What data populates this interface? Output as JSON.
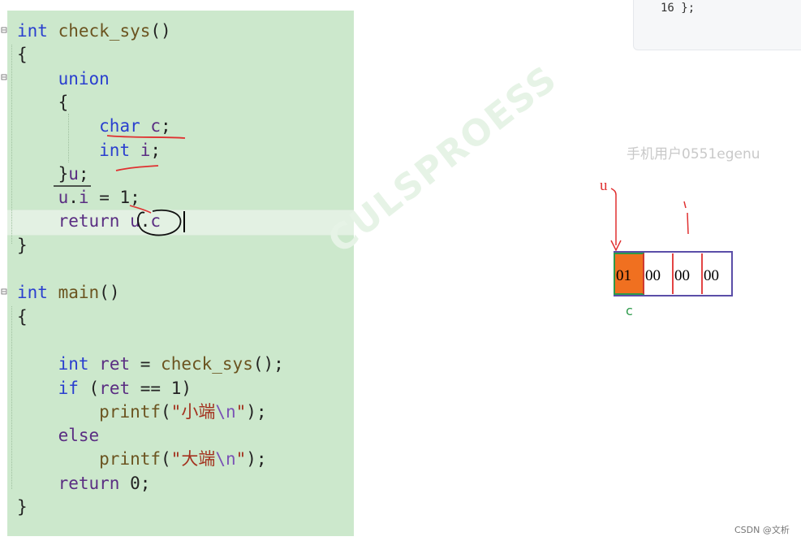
{
  "editor": {
    "lines": [
      {
        "id": "l1",
        "tokens": [
          {
            "t": "int",
            "c": "kw"
          },
          {
            "t": " ",
            "c": "punct"
          },
          {
            "t": "check_sys",
            "c": "fn"
          },
          {
            "t": "()",
            "c": "punct"
          }
        ]
      },
      {
        "id": "l2",
        "tokens": [
          {
            "t": "{",
            "c": "punct"
          }
        ]
      },
      {
        "id": "l3",
        "tokens": [
          {
            "t": "    ",
            "c": "punct"
          },
          {
            "t": "union",
            "c": "kw"
          }
        ]
      },
      {
        "id": "l4",
        "tokens": [
          {
            "t": "    ",
            "c": "punct"
          },
          {
            "t": "{",
            "c": "punct"
          }
        ]
      },
      {
        "id": "l5",
        "tokens": [
          {
            "t": "        ",
            "c": "punct"
          },
          {
            "t": "char",
            "c": "kw"
          },
          {
            "t": " ",
            "c": "punct"
          },
          {
            "t": "c",
            "c": "var"
          },
          {
            "t": ";",
            "c": "punct"
          }
        ]
      },
      {
        "id": "l6",
        "tokens": [
          {
            "t": "        ",
            "c": "punct"
          },
          {
            "t": "int",
            "c": "kw"
          },
          {
            "t": " ",
            "c": "punct"
          },
          {
            "t": "i",
            "c": "var"
          },
          {
            "t": ";",
            "c": "punct"
          }
        ]
      },
      {
        "id": "l7",
        "tokens": [
          {
            "t": "    ",
            "c": "punct"
          },
          {
            "t": "}",
            "c": "punct"
          },
          {
            "t": "u",
            "c": "var"
          },
          {
            "t": ";",
            "c": "punct"
          }
        ]
      },
      {
        "id": "l8",
        "tokens": [
          {
            "t": "    ",
            "c": "punct"
          },
          {
            "t": "u",
            "c": "var"
          },
          {
            "t": ".",
            "c": "punct"
          },
          {
            "t": "i",
            "c": "var"
          },
          {
            "t": " = ",
            "c": "punct"
          },
          {
            "t": "1",
            "c": "num"
          },
          {
            "t": ";",
            "c": "punct"
          }
        ]
      },
      {
        "id": "l9",
        "tokens": [
          {
            "t": "    ",
            "c": "punct"
          },
          {
            "t": "return",
            "c": "var"
          },
          {
            "t": " ",
            "c": "punct"
          },
          {
            "t": "u",
            "c": "var"
          },
          {
            "t": ".",
            "c": "punct"
          },
          {
            "t": "c",
            "c": "var"
          }
        ]
      },
      {
        "id": "l10",
        "tokens": [
          {
            "t": "}",
            "c": "punct"
          }
        ]
      },
      {
        "id": "l11",
        "tokens": []
      },
      {
        "id": "l12",
        "tokens": [
          {
            "t": "int",
            "c": "kw"
          },
          {
            "t": " ",
            "c": "punct"
          },
          {
            "t": "main",
            "c": "fn"
          },
          {
            "t": "()",
            "c": "punct"
          }
        ]
      },
      {
        "id": "l13",
        "tokens": [
          {
            "t": "{",
            "c": "punct"
          }
        ]
      },
      {
        "id": "l14",
        "tokens": []
      },
      {
        "id": "l15",
        "tokens": [
          {
            "t": "    ",
            "c": "punct"
          },
          {
            "t": "int",
            "c": "kw"
          },
          {
            "t": " ",
            "c": "punct"
          },
          {
            "t": "ret",
            "c": "var"
          },
          {
            "t": " = ",
            "c": "punct"
          },
          {
            "t": "check_sys",
            "c": "fn"
          },
          {
            "t": "();",
            "c": "punct"
          }
        ]
      },
      {
        "id": "l16",
        "tokens": [
          {
            "t": "    ",
            "c": "punct"
          },
          {
            "t": "if",
            "c": "kw"
          },
          {
            "t": " (",
            "c": "punct"
          },
          {
            "t": "ret",
            "c": "var"
          },
          {
            "t": " == ",
            "c": "punct"
          },
          {
            "t": "1",
            "c": "num"
          },
          {
            "t": ")",
            "c": "punct"
          }
        ]
      },
      {
        "id": "l17",
        "tokens": [
          {
            "t": "        ",
            "c": "punct"
          },
          {
            "t": "printf",
            "c": "fn"
          },
          {
            "t": "(",
            "c": "punct"
          },
          {
            "t": "\"小端",
            "c": "str"
          },
          {
            "t": "\\n",
            "c": "esc"
          },
          {
            "t": "\"",
            "c": "str"
          },
          {
            "t": ");",
            "c": "punct"
          }
        ]
      },
      {
        "id": "l18",
        "tokens": [
          {
            "t": "    ",
            "c": "punct"
          },
          {
            "t": "else",
            "c": "var"
          }
        ]
      },
      {
        "id": "l19",
        "tokens": [
          {
            "t": "        ",
            "c": "punct"
          },
          {
            "t": "printf",
            "c": "fn"
          },
          {
            "t": "(",
            "c": "punct"
          },
          {
            "t": "\"大端",
            "c": "str"
          },
          {
            "t": "\\n",
            "c": "esc"
          },
          {
            "t": "\"",
            "c": "str"
          },
          {
            "t": ");",
            "c": "punct"
          }
        ]
      },
      {
        "id": "l20",
        "tokens": [
          {
            "t": "    ",
            "c": "punct"
          },
          {
            "t": "return",
            "c": "var"
          },
          {
            "t": " ",
            "c": "punct"
          },
          {
            "t": "0",
            "c": "num"
          },
          {
            "t": ";",
            "c": "punct"
          }
        ]
      },
      {
        "id": "l21",
        "tokens": [
          {
            "t": "}",
            "c": "punct"
          }
        ]
      }
    ],
    "fold_marker": "⊟"
  },
  "snippet": {
    "text": "16 };"
  },
  "diagram": {
    "pointer_label": "u",
    "bytes": [
      "01",
      "00",
      "00",
      "00"
    ],
    "member_label": "c",
    "highlight_color": "#f07020"
  },
  "watermarks": {
    "phone_user": "手机用户0551egenu",
    "diagonal": "CULSPROESS"
  },
  "footer": {
    "credit": "CSDN @文析"
  },
  "colors": {
    "editor_bg": "#cce8cc",
    "keyword": "#2a3fcf",
    "annotation_red": "#e03030",
    "cell_border": "#5b4ea8"
  }
}
